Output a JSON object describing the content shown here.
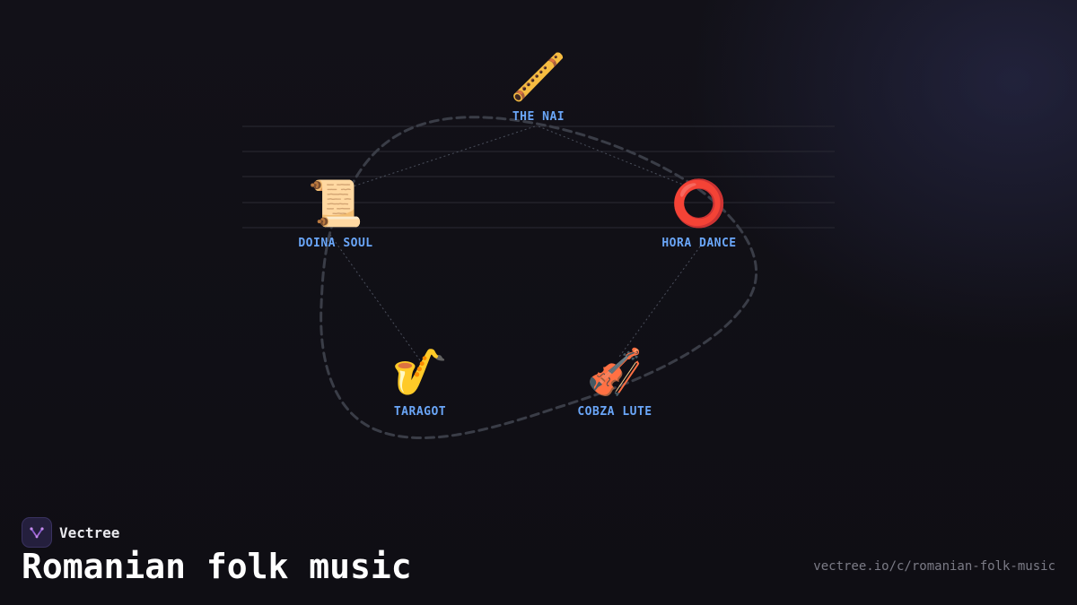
{
  "brand": {
    "name": "Vectree",
    "logo_icon": "vectree-logo-icon"
  },
  "page": {
    "title": "Romanian folk music",
    "url": "vectree.io/c/romanian-folk-music"
  },
  "colors": {
    "background": "#111016",
    "label": "#6aa6f8",
    "loop": "#3b3f4a",
    "accent": "#a66bd6"
  },
  "nodes": [
    {
      "id": "the-nai",
      "label": "THE NAI",
      "icon": "🪈",
      "icon_name": "pan-flute-icon"
    },
    {
      "id": "doina-soul",
      "label": "DOINA SOUL",
      "icon": "📜",
      "icon_name": "scroll-icon"
    },
    {
      "id": "hora-dance",
      "label": "HORA DANCE",
      "icon": "⭕",
      "icon_name": "ring-icon"
    },
    {
      "id": "taragot",
      "label": "TARAGOT",
      "icon": "🎷",
      "icon_name": "saxophone-icon"
    },
    {
      "id": "cobza-lute",
      "label": "COBZA LUTE",
      "icon": "🎻",
      "icon_name": "violin-icon"
    }
  ],
  "edges": [
    {
      "from": "the-nai",
      "to": "doina-soul"
    },
    {
      "from": "the-nai",
      "to": "hora-dance"
    },
    {
      "from": "doina-soul",
      "to": "taragot"
    },
    {
      "from": "hora-dance",
      "to": "cobza-lute"
    }
  ]
}
